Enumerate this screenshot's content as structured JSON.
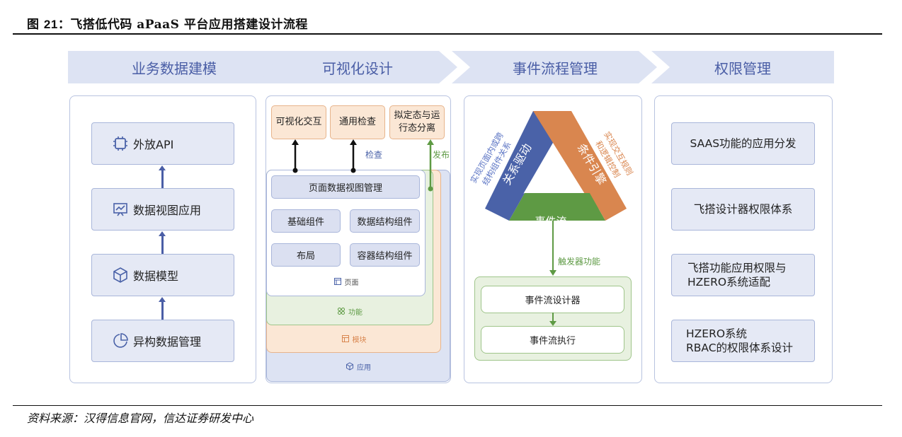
{
  "figure": {
    "title_prefix": "图 ",
    "title_number": "21",
    "title_text": "：飞搭低代码 aPaaS 平台应用搭建设计流程",
    "source": "资料来源：汉得信息官网，信达证券研发中心"
  },
  "colors": {
    "header_fill": "#dde3f3",
    "header_text": "#4a5ea6",
    "blue": "#4a62a8",
    "orange": "#d9864f",
    "green": "#5e9a44",
    "light_blue": "#e5e9f5",
    "light_orange": "#fbe7d5",
    "light_green": "#e8f1e0"
  },
  "stages": [
    {
      "label": "业务数据建模"
    },
    {
      "label": "可视化设计"
    },
    {
      "label": "事件流程管理"
    },
    {
      "label": "权限管理"
    }
  ],
  "data_modeling": {
    "items": [
      {
        "label": "外放API",
        "icon": "chip-icon"
      },
      {
        "label": "数据视图应用",
        "icon": "presentation-chart-icon"
      },
      {
        "label": "数据模型",
        "icon": "cube-icon"
      },
      {
        "label": "异构数据管理",
        "icon": "pie-chart-icon"
      }
    ]
  },
  "visual_design": {
    "top_boxes": [
      "可视化交互",
      "通用检查",
      "拟定态与运行态分离"
    ],
    "top_box_3_line1": "拟定态与运",
    "top_box_3_line2": "行态分离",
    "check_label": "检查",
    "publish_label": "发布",
    "page_data_view": "页面数据视图管理",
    "components": [
      "基础组件",
      "数据结构组件",
      "布局",
      "容器结构组件"
    ],
    "layer_page": "页面",
    "layer_function": "功能",
    "layer_module": "模块",
    "layer_app": "应用"
  },
  "event_flow": {
    "left_side": "关系驱动",
    "right_side": "条件引擎",
    "bottom_side": "事件流",
    "left_note_line1": "实现页面内或跨",
    "left_note_line2": "结构组件关系",
    "right_note_line1": "实现交互规则",
    "right_note_line2": "和逻辑控制",
    "trigger_label": "触发器功能",
    "designer": "事件流设计器",
    "executor": "事件流执行"
  },
  "permissions": {
    "items": [
      {
        "line1": "SAAS功能的应用分发",
        "line2": ""
      },
      {
        "line1": "飞搭设计器权限体系",
        "line2": ""
      },
      {
        "line1": "飞搭功能应用权限与",
        "line2": "HZERO系统适配"
      },
      {
        "line1": "HZERO系统",
        "line2": "RBAC的权限体系设计"
      }
    ]
  }
}
